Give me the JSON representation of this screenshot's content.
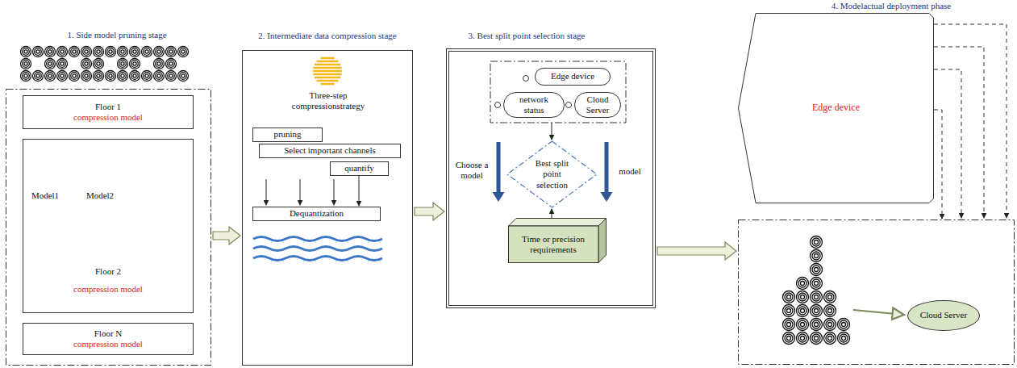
{
  "diagram": {
    "nodes": [
      {
        "text": [
          "1. Side model pruning stage"
        ]
      },
      {
        "text": [
          "Floor 1",
          "compression model"
        ],
        "in": 0
      },
      {
        "text": [
          "Model1",
          "Model2",
          "Floor 2",
          "compression model"
        ],
        "in": 0
      },
      {
        "text": [
          "Floor N",
          "compression model"
        ],
        "in": 0
      },
      {
        "text": [
          "2. Intermediate data compression stage",
          "Three-step compressionstrategy"
        ]
      },
      {
        "text": [
          "pruning"
        ],
        "in": 4
      },
      {
        "text": [
          "Select important channels"
        ],
        "in": 4
      },
      {
        "text": [
          "quantify"
        ],
        "in": 4
      },
      {
        "text": [
          "Dequantization"
        ],
        "in": 4
      },
      {
        "text": [
          "3. Best split point selection stage"
        ]
      },
      {
        "text": [
          "Edge device"
        ],
        "in": 9
      },
      {
        "text": [
          "network status"
        ],
        "in": 9
      },
      {
        "text": [
          "Cloud Server"
        ],
        "in": 9
      },
      {
        "text": [
          "Best split point selection"
        ],
        "in": 9
      },
      {
        "text": [
          "Time or precision requirements"
        ],
        "in": 9
      },
      {
        "text": [
          "4. Modelactual deployment phase",
          "Edge device"
        ]
      },
      {
        "text": []
      },
      {
        "text": [
          "Cloud Server"
        ],
        "in": 16
      }
    ],
    "edges": [
      {
        "from": 0,
        "to": 4,
        "arrow": "to"
      },
      {
        "from": 4,
        "to": 9,
        "arrow": "to"
      },
      {
        "from": 9,
        "to": 16,
        "arrow": "to"
      },
      {
        "from": 15,
        "to": 16,
        "arrow": "to"
      },
      {
        "from": 14,
        "to": 13,
        "arrow": "to"
      },
      {
        "from": 7,
        "to": 8,
        "arrow": "to"
      }
    ],
    "labels": [
      "Choose a model",
      "model"
    ]
  }
}
